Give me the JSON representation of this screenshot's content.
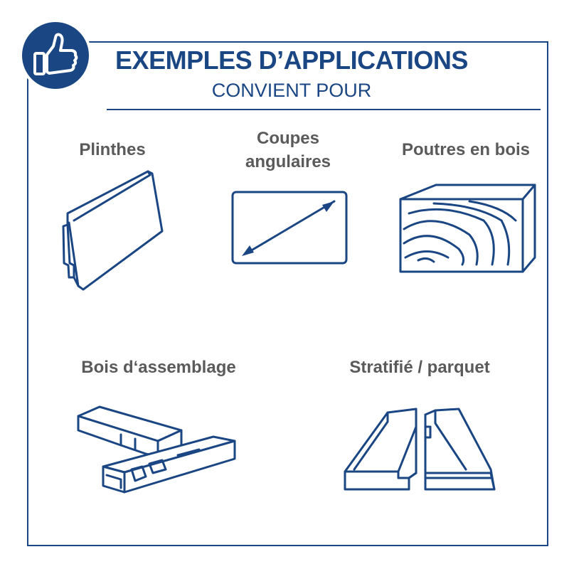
{
  "header": {
    "title": "EXEMPLES D’APPLICATIONS",
    "subtitle": "CONVIENT POUR",
    "badge_icon": "thumbs-up-icon"
  },
  "colors": {
    "primary": "#1a4683",
    "label": "#5a5a5a",
    "background": "#ffffff"
  },
  "applications": [
    {
      "label": "Plinthes",
      "icon": "baseboard-icon"
    },
    {
      "label_line1": "Coupes",
      "label_line2": "angulaires",
      "icon": "angle-cut-icon"
    },
    {
      "label": "Poutres en bois",
      "icon": "wooden-beam-icon"
    },
    {
      "label": "Bois d‘assemblage",
      "icon": "wood-joint-icon"
    },
    {
      "label": "Stratifié / parquet",
      "icon": "laminate-parquet-icon"
    }
  ]
}
